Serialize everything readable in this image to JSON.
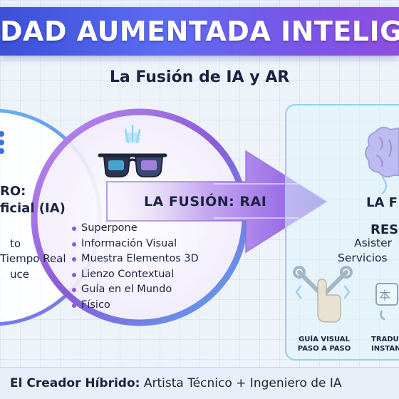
{
  "header": {
    "title": "DAD AUMENTADA INTELIG",
    "subtitle": "La Fusión de IA y AR"
  },
  "left": {
    "heading_line1": "RO:",
    "heading_line2": "ficial (IA)",
    "items": [
      "to",
      "Tiempo Real",
      "uce"
    ]
  },
  "fusion": {
    "title": "LA FUSIÓN: RAI",
    "items": [
      "Superpone",
      "Información Visual",
      "Muestra Elementos 3D",
      "Lienzo Contextual",
      "Guía en el Mundo",
      "Físico"
    ]
  },
  "right": {
    "heading": "LA F",
    "subheading": "RESU",
    "items": [
      "Asister",
      "Servicios"
    ],
    "cards": [
      {
        "caption_line1": "GUÍA VISUAL",
        "caption_line2": "PASO A PASO",
        "icon": "tools-hand-icon"
      },
      {
        "caption_line1": "TRADU",
        "caption_line2": "INSTAN",
        "icon": "translate-icon"
      }
    ],
    "icon": "brain-icon"
  },
  "footer": {
    "bold": "El Creador Híbrido:",
    "rest": " Artista Técnico + Ingeniero de IA"
  },
  "colors": {
    "banner_start": "#3b4fd8",
    "banner_end": "#8d4fe0",
    "accent_purple": "#8a5ad8",
    "accent_cyan": "#4fc3e8",
    "text": "#1c2340"
  }
}
